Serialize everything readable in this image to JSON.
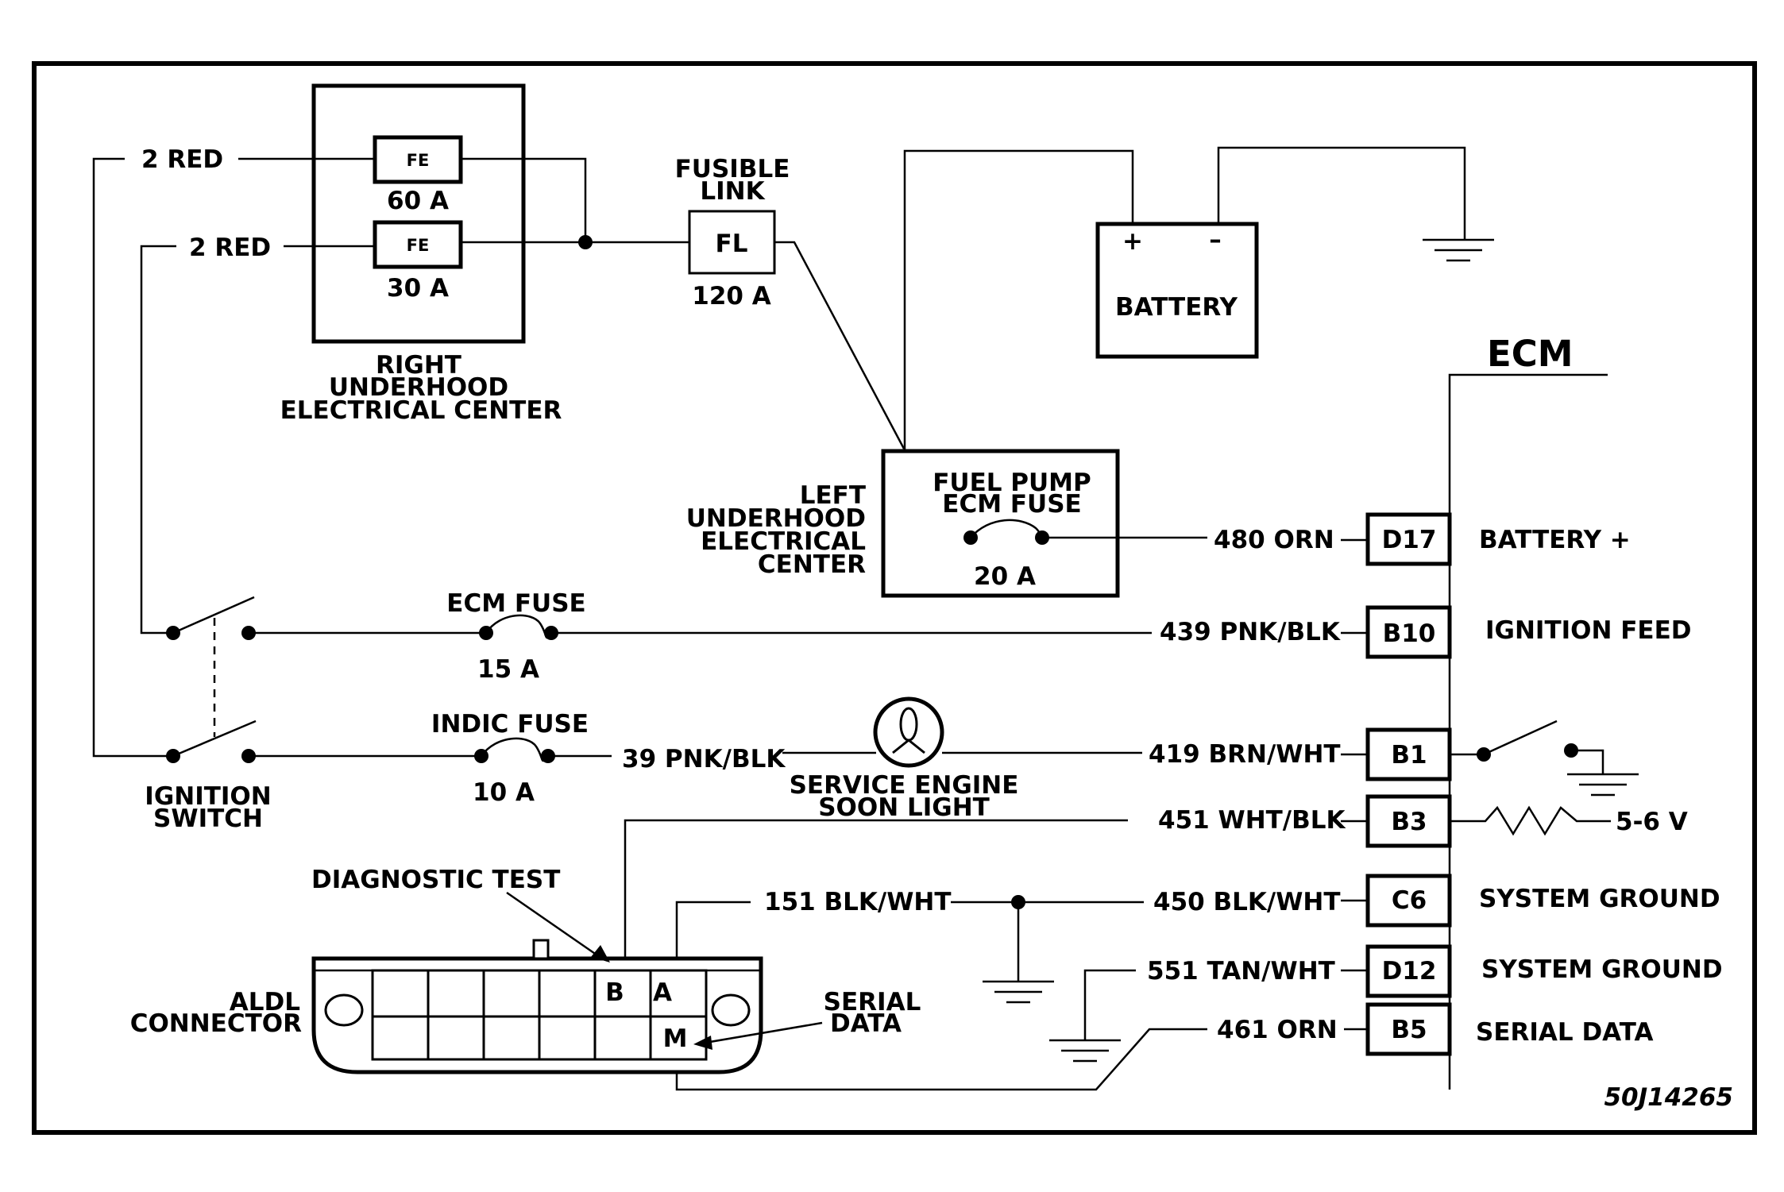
{
  "fuse_block": {
    "fuse_60_tag": "FE",
    "fuse_60_rating": "60 A",
    "fuse_30_tag": "FE",
    "fuse_30_rating": "30 A",
    "label_1": "RIGHT",
    "label_2": "UNDERHOOD",
    "label_3": "ELECTRICAL CENTER"
  },
  "wires": {
    "red_top": "2 RED",
    "red_bottom": "2 RED",
    "w480": "480  ORN",
    "w439": "439  PNK/BLK",
    "w39": "39  PNK/BLK",
    "w419": "419  BRN/WHT",
    "w451": "451  WHT/BLK",
    "w151": "151  BLK/WHT",
    "w450": "450  BLK/WHT",
    "w551": "551  TAN/WHT",
    "w461": "461  ORN"
  },
  "fusible_link": {
    "title_1": "FUSIBLE",
    "title_2": "LINK",
    "tag": "FL",
    "rating": "120 A"
  },
  "battery": {
    "label": "BATTERY",
    "plus": "+",
    "minus": "–"
  },
  "left_center": {
    "label_1": "LEFT",
    "label_2": "UNDERHOOD",
    "label_3": "ELECTRICAL",
    "label_4": "CENTER",
    "fuse_title_1": "FUEL PUMP",
    "fuse_title_2": "ECM FUSE",
    "fuse_rating": "20 A"
  },
  "ecm_fuse": {
    "label": "ECM FUSE",
    "rating": "15 A"
  },
  "indic_fuse": {
    "label": "INDIC FUSE",
    "rating": "10 A"
  },
  "ignition_switch": {
    "label_1": "IGNITION",
    "label_2": "SWITCH"
  },
  "service_light": {
    "label_1": "SERVICE ENGINE",
    "label_2": "SOON  LIGHT"
  },
  "aldl": {
    "label_1": "ALDL",
    "label_2": "CONNECTOR",
    "diag_label": "DIAGNOSTIC TEST",
    "serial_label_1": "SERIAL",
    "serial_label_2": "DATA",
    "pin_b": "B",
    "pin_a": "A",
    "pin_m": "M"
  },
  "ecm": {
    "title": "ECM",
    "pins": {
      "d17": "D17",
      "b10": "B10",
      "b1": "B1",
      "b3": "B3",
      "c6": "C6",
      "d12": "D12",
      "b5": "B5"
    },
    "functions": {
      "d17": "BATTERY +",
      "b10": "IGNITION FEED",
      "b3": "5-6 V",
      "c6": "SYSTEM GROUND",
      "d12": "SYSTEM GROUND",
      "b5": "SERIAL DATA"
    }
  },
  "figure_id": "50J14265"
}
